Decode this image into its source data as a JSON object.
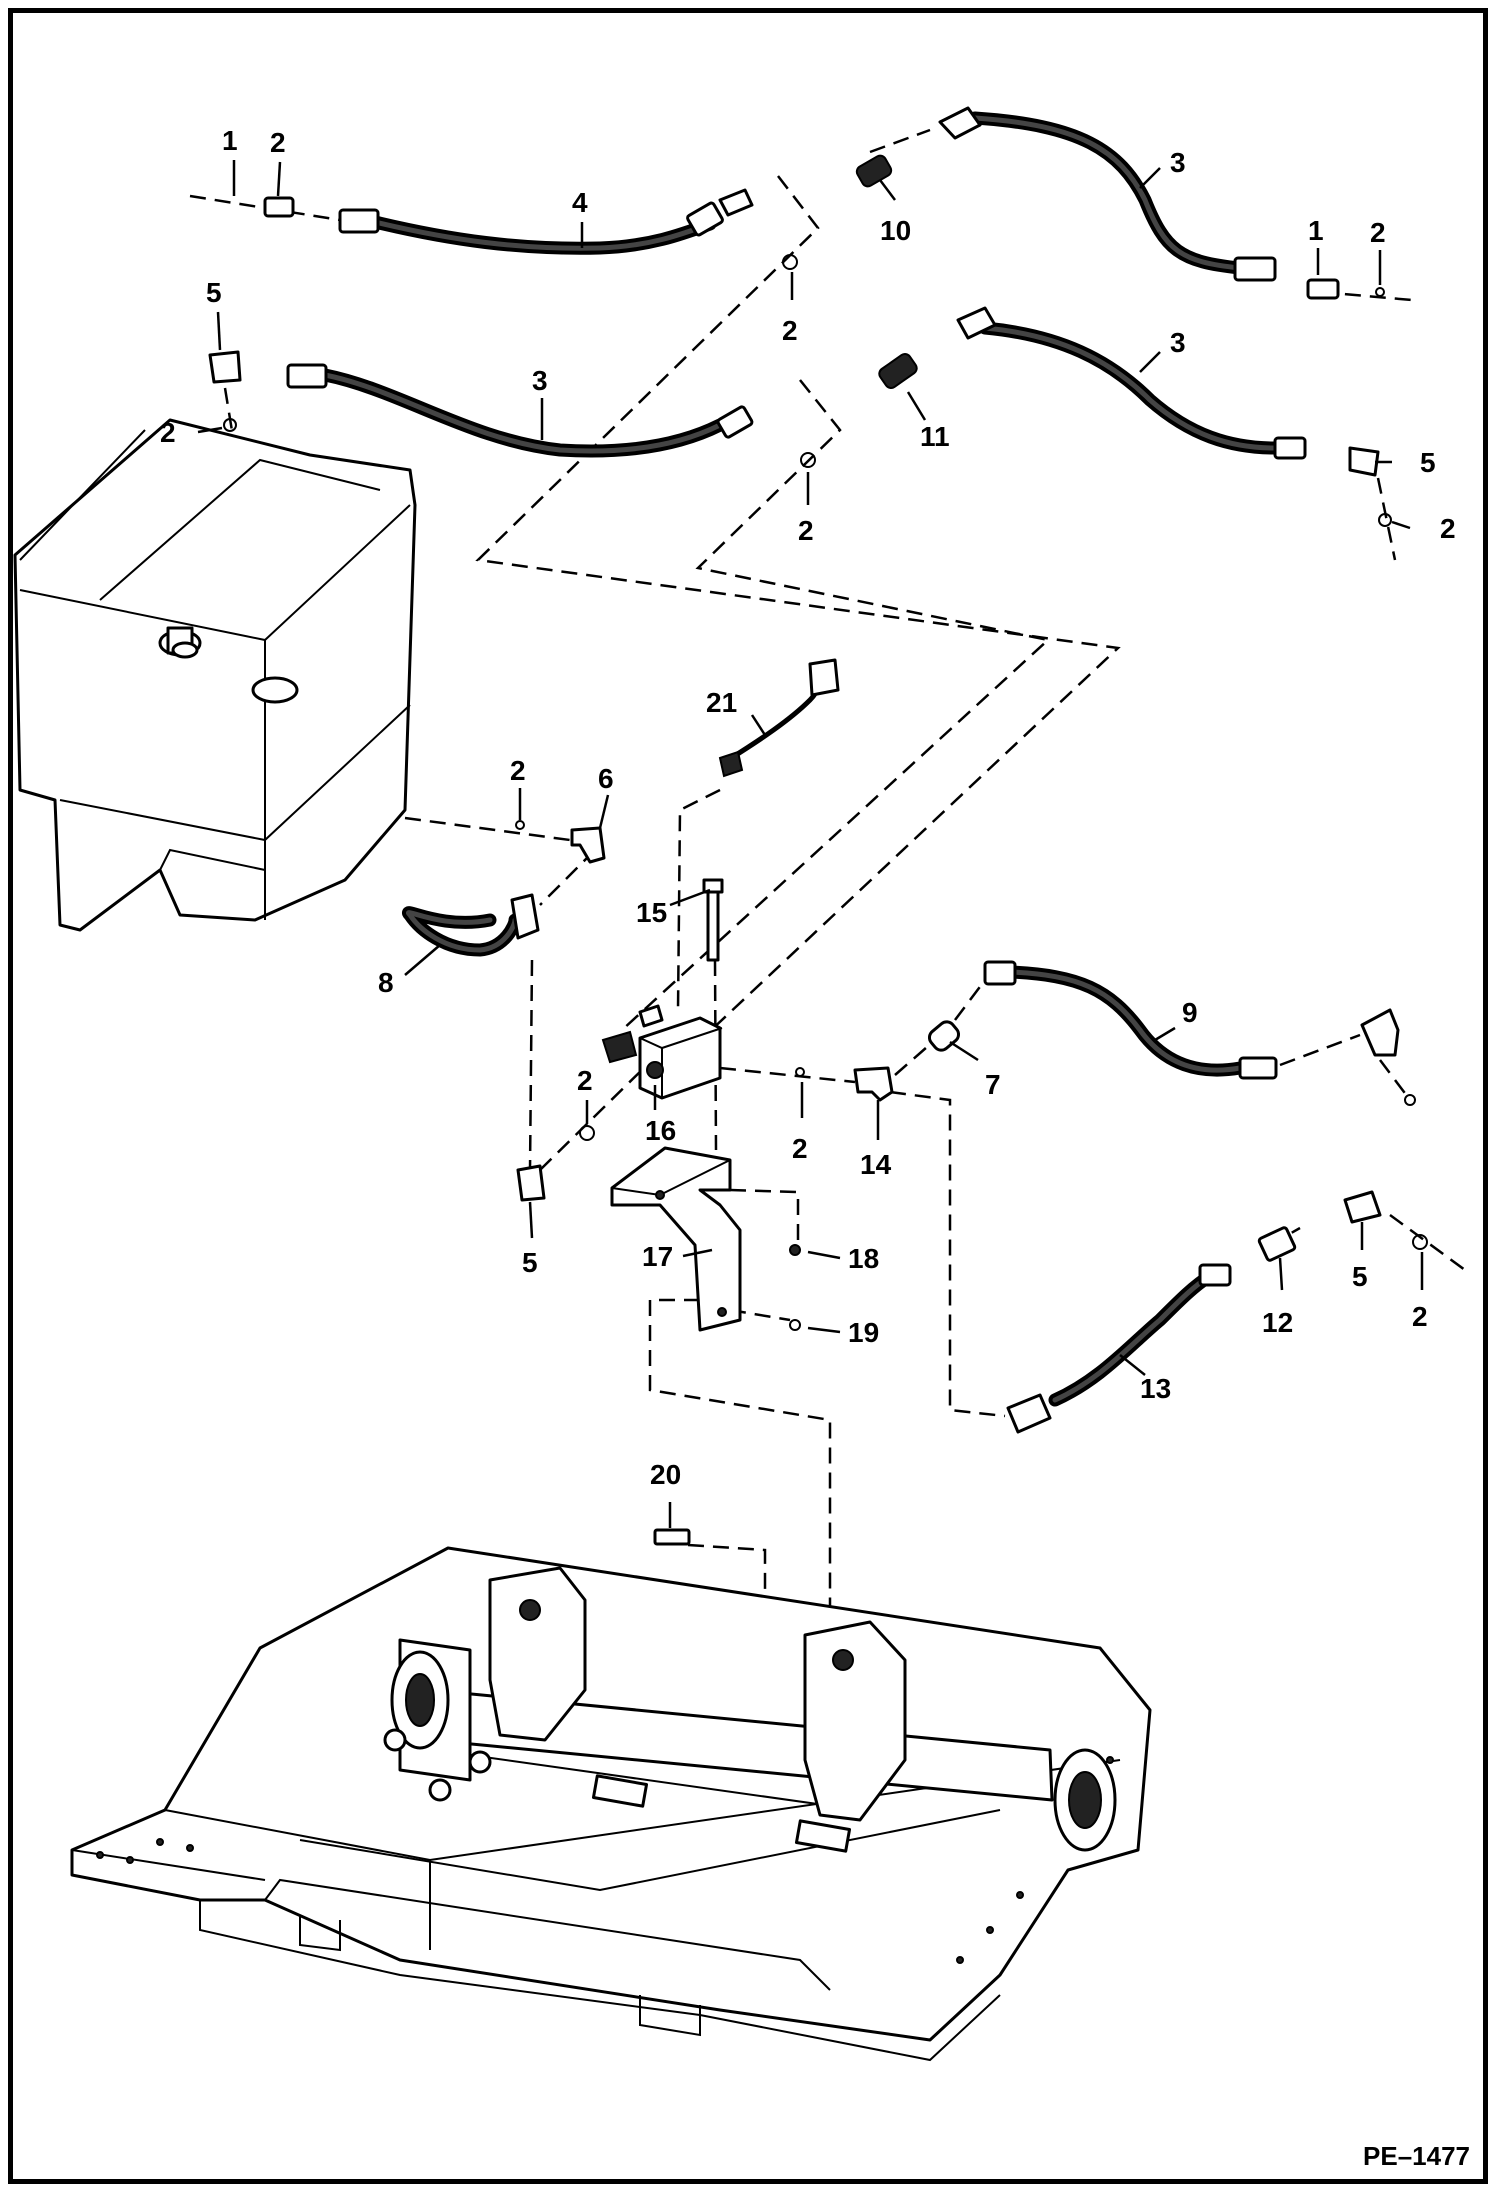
{
  "figure": {
    "reference_code": "PE–1477"
  },
  "callouts": [
    {
      "id": "c1a",
      "text": "1"
    },
    {
      "id": "c2a",
      "text": "2"
    },
    {
      "id": "c4",
      "text": "4"
    },
    {
      "id": "c10",
      "text": "10"
    },
    {
      "id": "c2b",
      "text": "2"
    },
    {
      "id": "c3a",
      "text": "3"
    },
    {
      "id": "c1b",
      "text": "1"
    },
    {
      "id": "c2c",
      "text": "2"
    },
    {
      "id": "c5a",
      "text": "5"
    },
    {
      "id": "c3b",
      "text": "3"
    },
    {
      "id": "c2d",
      "text": "2"
    },
    {
      "id": "c11",
      "text": "11"
    },
    {
      "id": "c2e",
      "text": "2"
    },
    {
      "id": "c3c",
      "text": "3"
    },
    {
      "id": "c5b",
      "text": "5"
    },
    {
      "id": "c2f",
      "text": "2"
    },
    {
      "id": "c21",
      "text": "21"
    },
    {
      "id": "c2g",
      "text": "2"
    },
    {
      "id": "c6",
      "text": "6"
    },
    {
      "id": "c15",
      "text": "15"
    },
    {
      "id": "c8",
      "text": "8"
    },
    {
      "id": "c9",
      "text": "9"
    },
    {
      "id": "c2h",
      "text": "2"
    },
    {
      "id": "c16",
      "text": "16"
    },
    {
      "id": "c7",
      "text": "7"
    },
    {
      "id": "c2i",
      "text": "2"
    },
    {
      "id": "c14",
      "text": "14"
    },
    {
      "id": "c5c",
      "text": "5"
    },
    {
      "id": "c17",
      "text": "17"
    },
    {
      "id": "c18",
      "text": "18"
    },
    {
      "id": "c19",
      "text": "19"
    },
    {
      "id": "c5d",
      "text": "5"
    },
    {
      "id": "c2j",
      "text": "2"
    },
    {
      "id": "c12",
      "text": "12"
    },
    {
      "id": "c13",
      "text": "13"
    },
    {
      "id": "c20",
      "text": "20"
    }
  ]
}
